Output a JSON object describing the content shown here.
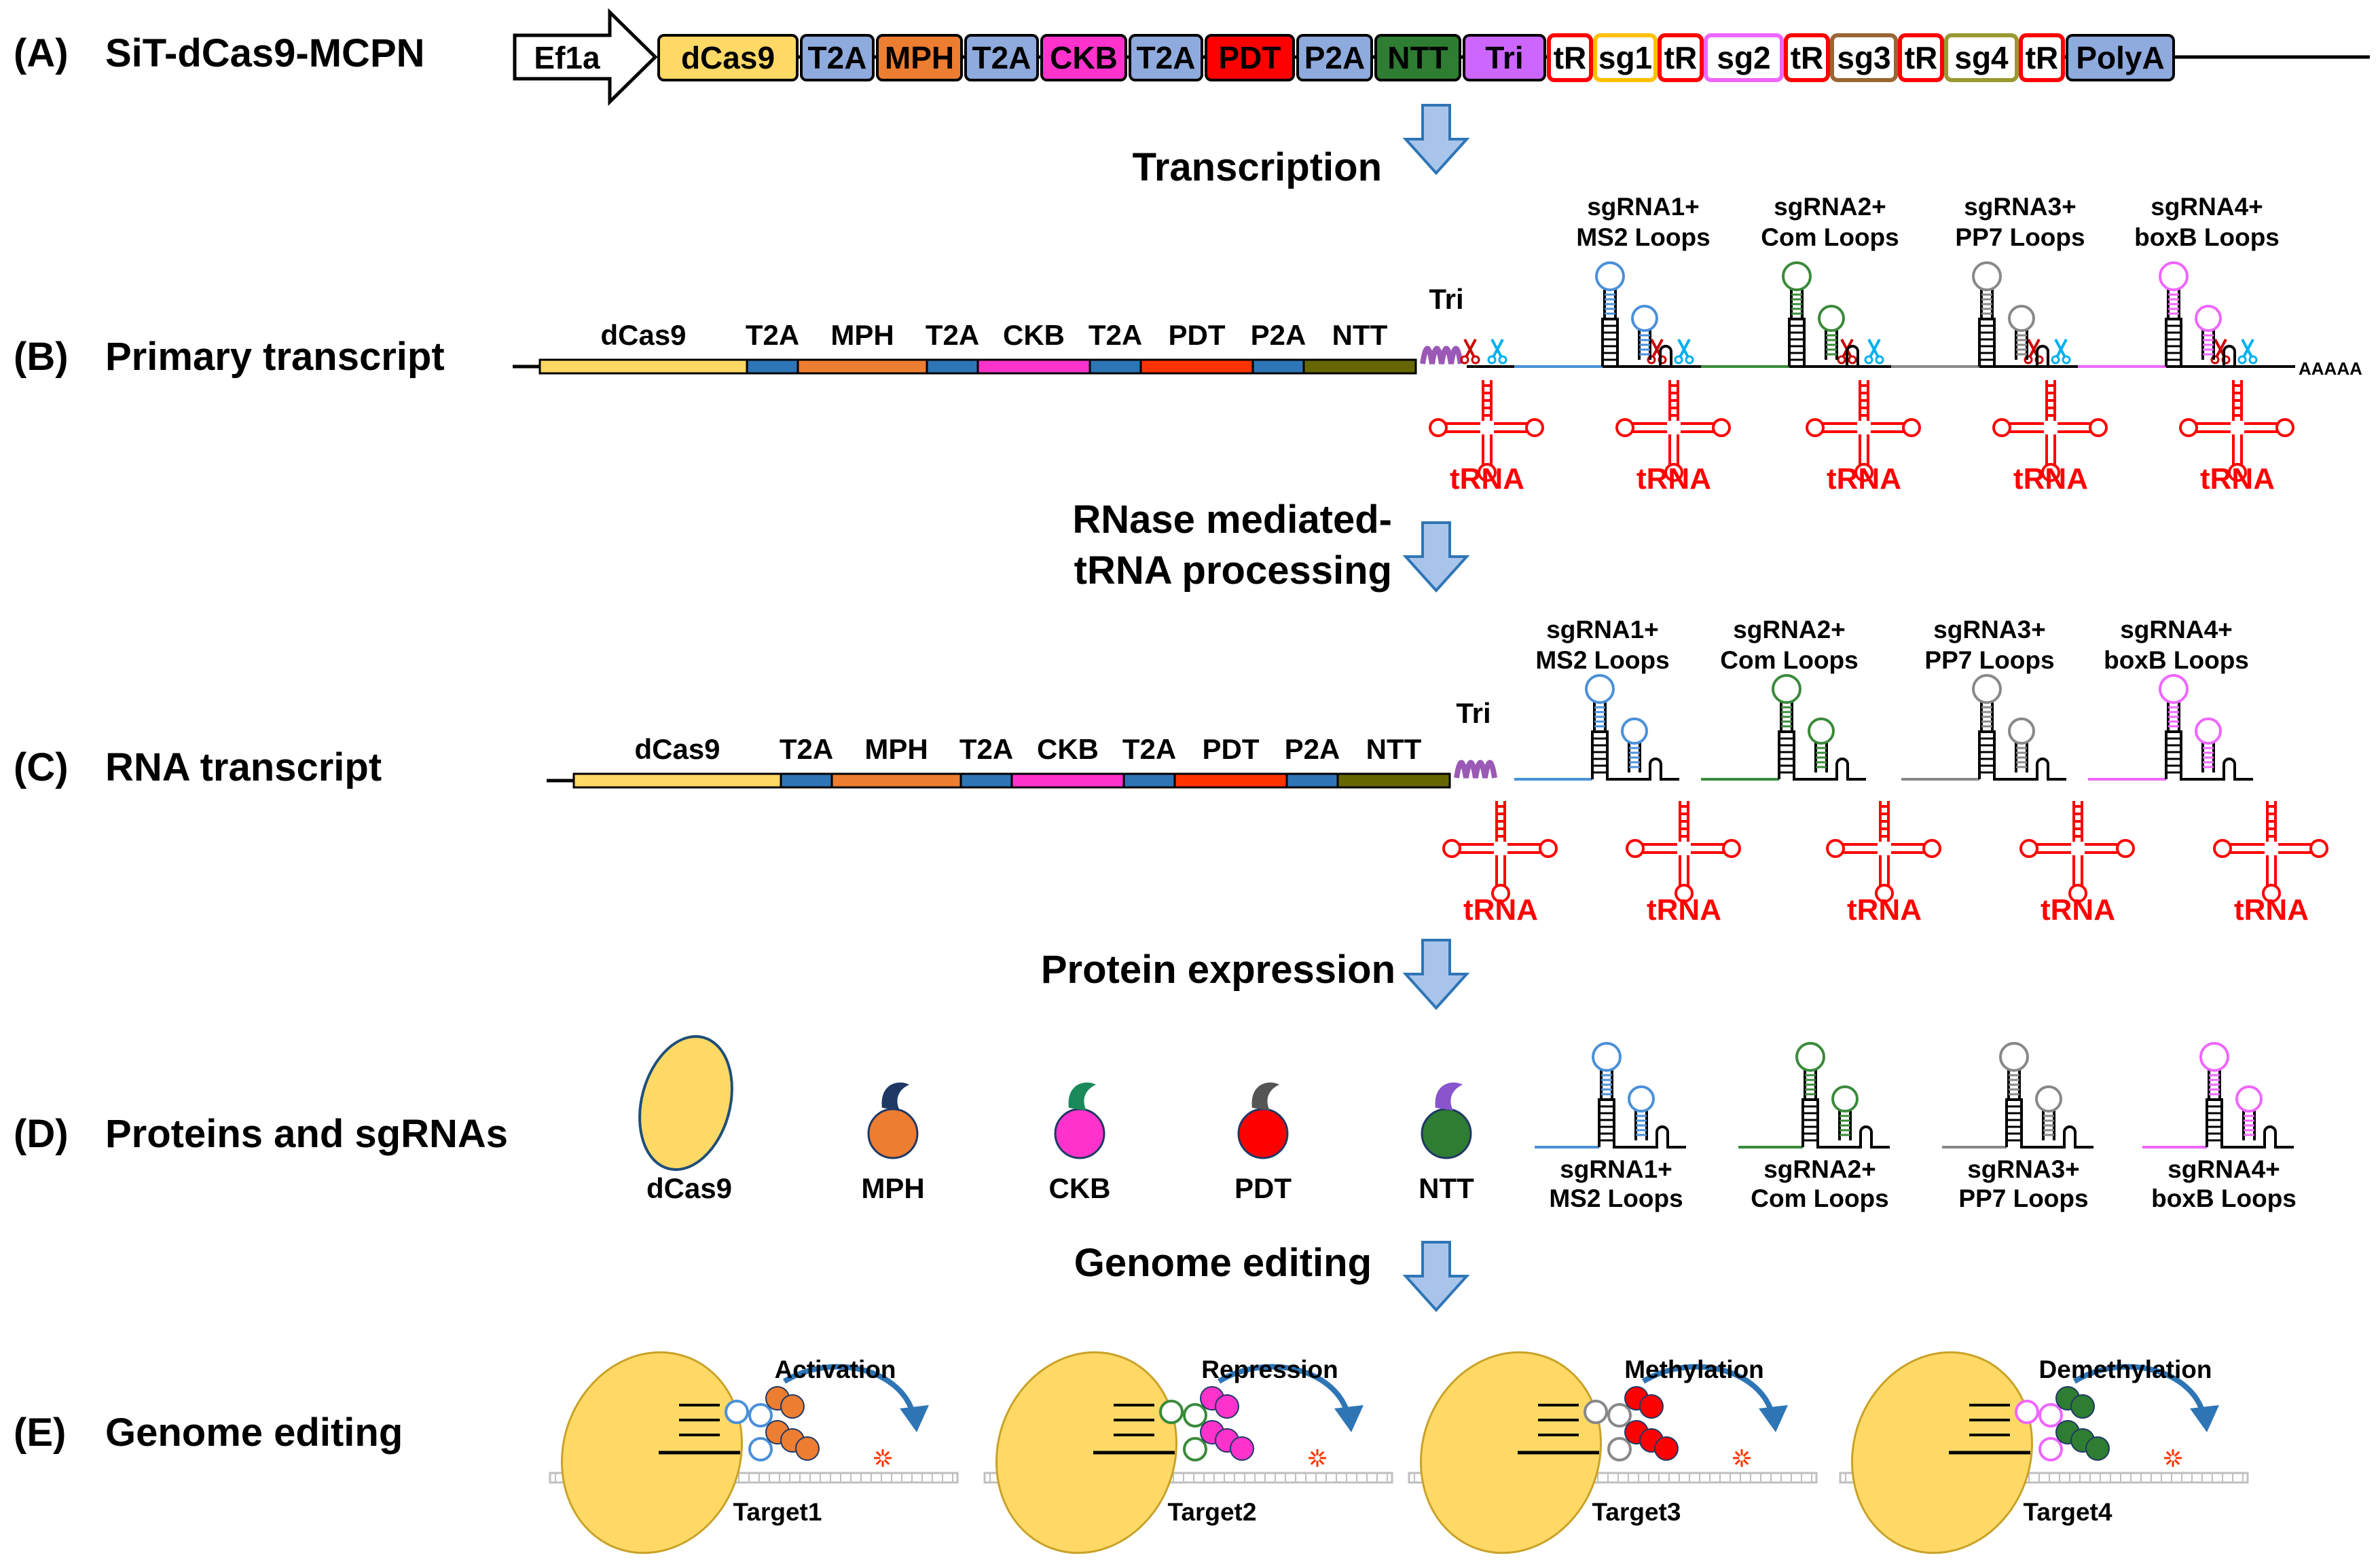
{
  "colors": {
    "dCas9": "#ffd966",
    "dCas9_stroke": "#1f4e79",
    "link": "#8faadc",
    "link_dark": "#2e75b6",
    "MPH": "#ed7d31",
    "CKB": "#ff33cc",
    "PDT": "#ff0000",
    "NTT": "#2e7d32",
    "Tri": "#cc66ff",
    "tR": "#ff0000",
    "sg1": "#ffc000",
    "sg2": "#ee66ff",
    "sg3": "#996633",
    "sg4": "#999933",
    "loop_ms2": "#4a90d9",
    "loop_com": "#3a8a3a",
    "loop_pp7": "#888888",
    "loop_boxb": "#ee66ff",
    "arrow_fill": "#a9c4eb",
    "arrow_stroke": "#2e75b6",
    "trna_red": "#ff0000",
    "tri_purple": "#9b59b6",
    "scissor_red": "#cc0000",
    "scissor_cyan": "#00b0f0",
    "dna_gray": "#bfbfbf",
    "curve_blue": "#2e75b6",
    "star_red": "#ff3300"
  },
  "rows": {
    "A": {
      "letter": "(A)",
      "title": "SiT-dCas9-MCPN"
    },
    "B": {
      "letter": "(B)",
      "title": "Primary transcript"
    },
    "C": {
      "letter": "(C)",
      "title": "RNA transcript"
    },
    "D": {
      "letter": "(D)",
      "title": "Proteins and sgRNAs"
    },
    "E": {
      "letter": "(E)",
      "title": "Genome editing"
    }
  },
  "construct": {
    "promoter": "Ef1a",
    "parts": [
      "dCas9",
      "T2A",
      "MPH",
      "T2A",
      "CKB",
      "T2A",
      "PDT",
      "P2A",
      "NTT",
      "Tri",
      "tR",
      "sg1",
      "tR",
      "sg2",
      "tR",
      "sg3",
      "tR",
      "sg4",
      "tR",
      "PolyA"
    ]
  },
  "steps": {
    "transcription": "Transcription",
    "processing_1": "RNase mediated-",
    "processing_2": "tRNA processing",
    "expression": "Protein expression",
    "editing": "Genome editing"
  },
  "transcript_segments": [
    "dCas9",
    "T2A",
    "MPH",
    "T2A",
    "CKB",
    "T2A",
    "PDT",
    "P2A",
    "NTT"
  ],
  "tri_label": "Tri",
  "polyA_tail": "AAAAA",
  "trna_label": "tRNA",
  "sgrnas": [
    {
      "line1": "sgRNA1+",
      "line2": "MS2 Loops"
    },
    {
      "line1": "sgRNA2+",
      "line2": "Com Loops"
    },
    {
      "line1": "sgRNA3+",
      "line2": "PP7 Loops"
    },
    {
      "line1": "sgRNA4+",
      "line2": "boxB Loops"
    }
  ],
  "proteins": [
    "dCas9",
    "MPH",
    "CKB",
    "PDT",
    "NTT"
  ],
  "editing": [
    {
      "effect": "Activation",
      "target": "Target1"
    },
    {
      "effect": "Repression",
      "target": "Target2"
    },
    {
      "effect": "Methylation",
      "target": "Target3"
    },
    {
      "effect": "Demethylation",
      "target": "Target4"
    }
  ]
}
